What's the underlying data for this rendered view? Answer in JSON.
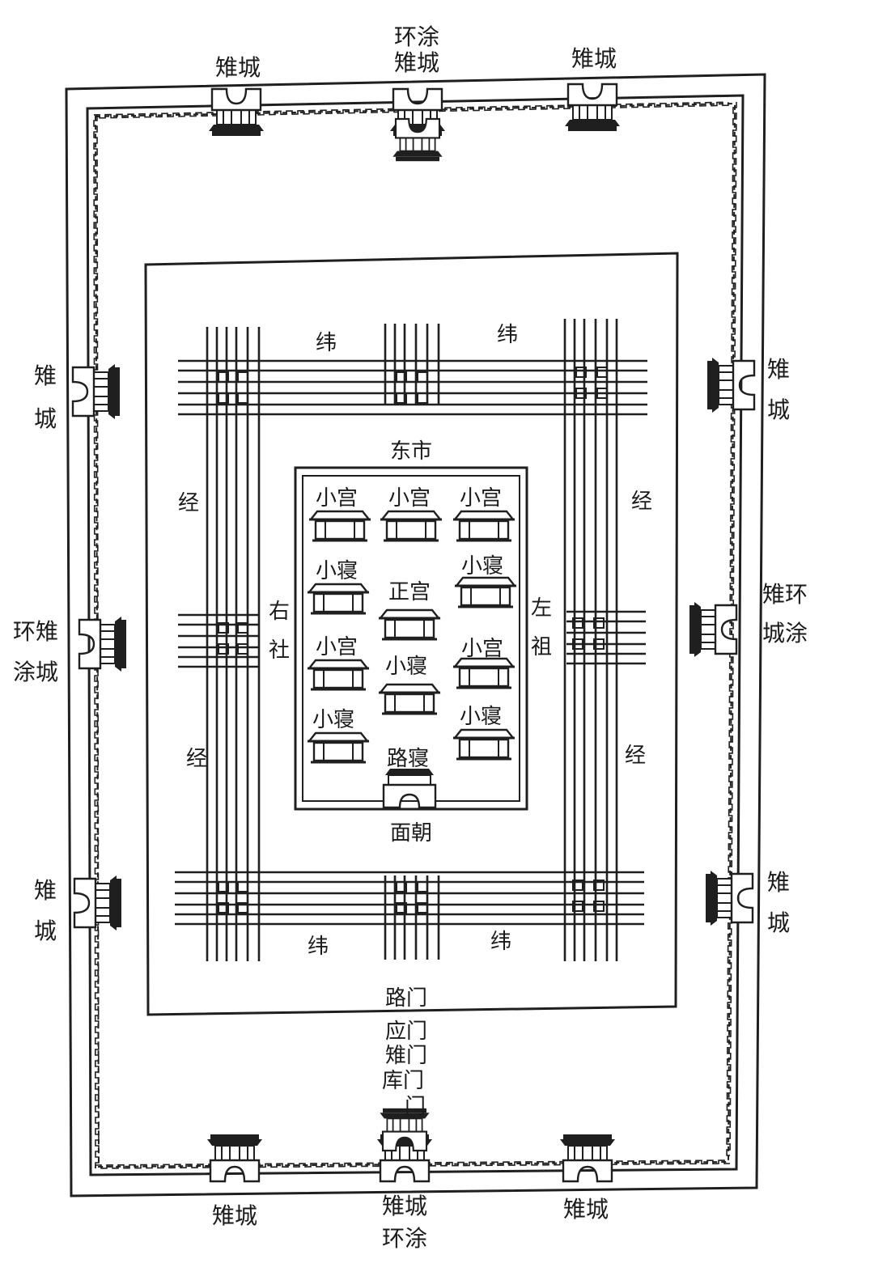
{
  "labels": {
    "top_left_gate": "雉城",
    "top_mid_gate_line1": "环涂",
    "top_mid_gate_line2": "雉城",
    "top_right_gate": "雉城",
    "left_upper_gate_1": "雉",
    "left_upper_gate_2": "城",
    "left_mid_gate_1": "环雉",
    "left_mid_gate_2": "涂城",
    "left_lower_gate_1": "雉",
    "left_lower_gate_2": "城",
    "right_upper_gate_1": "雉",
    "right_upper_gate_2": "城",
    "right_mid_gate_1": "雉环",
    "right_mid_gate_2": "城涂",
    "right_lower_gate_1": "雉",
    "right_lower_gate_2": "城",
    "bottom_left_gate": "雉城",
    "bottom_mid_gate_line1": "雉城",
    "bottom_mid_gate_line2": "环涂",
    "bottom_right_gate": "雉城",
    "wei_top_left": "纬",
    "wei_top_right": "纬",
    "wei_bottom_left": "纬",
    "wei_bottom_right": "纬",
    "jing_left_upper": "经",
    "jing_left_lower": "经",
    "jing_right_upper": "经",
    "jing_right_lower": "经",
    "east_market": "东市",
    "right_altar_1": "右",
    "right_altar_2": "社",
    "left_ancestor_1": "左",
    "left_ancestor_2": "祖",
    "xiaogong_tl": "小宫",
    "xiaogong_tm": "小宫",
    "xiaogong_tr": "小宫",
    "xiaoqin_l1": "小寝",
    "xiaoqin_r1": "小寝",
    "zhenggong": "正宫",
    "xiaogong_l2": "小宫",
    "xiaoqin_m2": "小寝",
    "xiaogong_r2": "小宫",
    "xiaoqin_l3": "小寝",
    "xiaoqin_r3": "小寝",
    "luqin": "路寝",
    "mianchao": "面朝",
    "lumen": "路门",
    "yingmen": "应门",
    "zhimen": "雉门",
    "kumen": "库门",
    "men": "门"
  },
  "icons": {
    "gate_tower": "gate-tower-icon",
    "hall": "hall-icon",
    "gate_house": "gate-house-icon"
  },
  "colors": {
    "ink": "#1f1f1f",
    "paper": "#ffffff"
  }
}
